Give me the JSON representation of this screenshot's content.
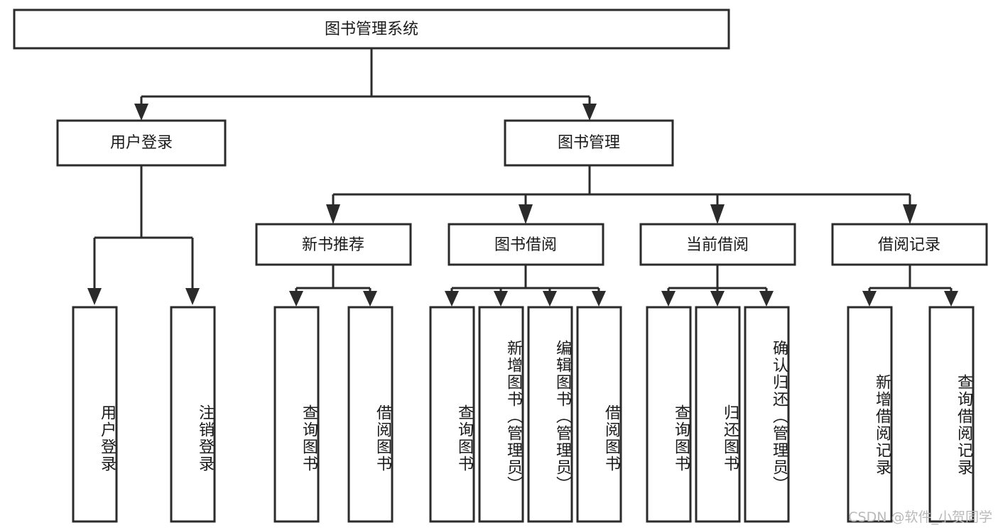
{
  "diagram": {
    "type": "tree-hierarchy",
    "orientation": "top-down",
    "root": {
      "id": "root",
      "label": "图书管理系统"
    },
    "level2": [
      {
        "id": "user-login",
        "label": "用户登录"
      },
      {
        "id": "book-management",
        "label": "图书管理"
      }
    ],
    "level3": [
      {
        "id": "new-book-recommend",
        "label": "新书推荐",
        "parent": "book-management"
      },
      {
        "id": "book-borrow",
        "label": "图书借阅",
        "parent": "book-management"
      },
      {
        "id": "current-borrow",
        "label": "当前借阅",
        "parent": "book-management"
      },
      {
        "id": "borrow-record",
        "label": "借阅记录",
        "parent": "book-management"
      }
    ],
    "leaves": {
      "user-login": [
        {
          "id": "leaf-user-login",
          "label": "用户登录"
        },
        {
          "id": "leaf-logout-login",
          "label": "注销登录"
        }
      ],
      "new-book-recommend": [
        {
          "id": "leaf-query-book-1",
          "label": "查询图书"
        },
        {
          "id": "leaf-borrow-book-1",
          "label": "借阅图书"
        }
      ],
      "book-borrow": [
        {
          "id": "leaf-query-book-2",
          "label": "查询图书"
        },
        {
          "id": "leaf-add-book",
          "label": "新增图书（管理员）"
        },
        {
          "id": "leaf-edit-book",
          "label": "编辑图书（管理员）"
        },
        {
          "id": "leaf-borrow-book-2",
          "label": "借阅图书"
        }
      ],
      "current-borrow": [
        {
          "id": "leaf-query-book-3",
          "label": "查询图书"
        },
        {
          "id": "leaf-return-book",
          "label": "归还图书"
        },
        {
          "id": "leaf-confirm-return",
          "label": "确认归还（管理员）"
        }
      ],
      "borrow-record": [
        {
          "id": "leaf-add-record",
          "label": "新增借阅记录"
        },
        {
          "id": "leaf-query-record",
          "label": "查询借阅记录"
        }
      ]
    },
    "colors": {
      "box_fill": "#ffffff",
      "box_stroke": "#2b2b2b",
      "text": "#1a1a1a",
      "connector": "#2b2b2b",
      "background": "#ffffff",
      "watermark": "#b9b9b9"
    }
  },
  "watermark": {
    "text": "CSDN @软件_小贺同学"
  }
}
